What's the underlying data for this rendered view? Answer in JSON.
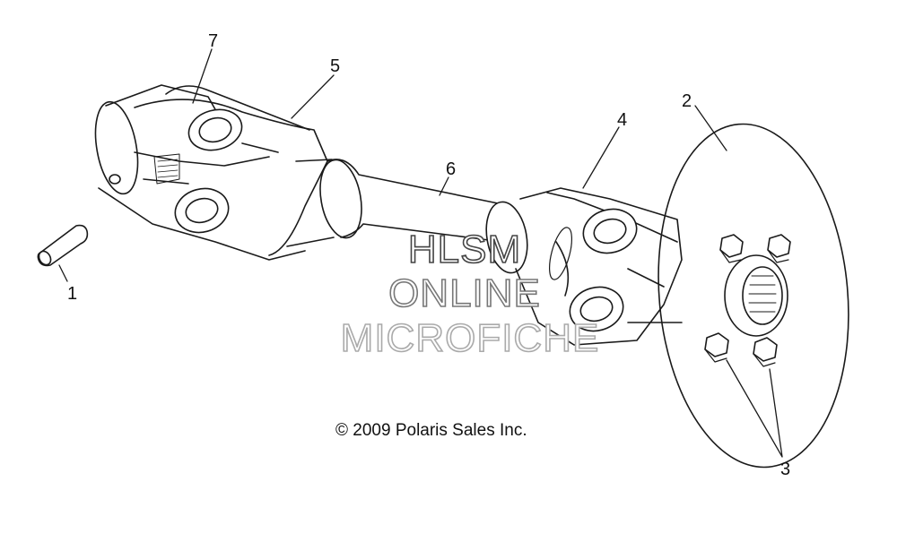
{
  "callouts": {
    "c1": "1",
    "c2": "2",
    "c3": "3",
    "c4": "4",
    "c5": "5",
    "c6": "6",
    "c7": "7"
  },
  "watermark": {
    "line1": "HLSM",
    "line2": "ONLINE",
    "line3": "MICROFICHE"
  },
  "copyright": "© 2009 Polaris Sales Inc.",
  "colors": {
    "line": "#1a1a1a",
    "watermark_dark": "#444444",
    "watermark_mid": "#777777",
    "watermark_light": "#aaaaaa"
  }
}
